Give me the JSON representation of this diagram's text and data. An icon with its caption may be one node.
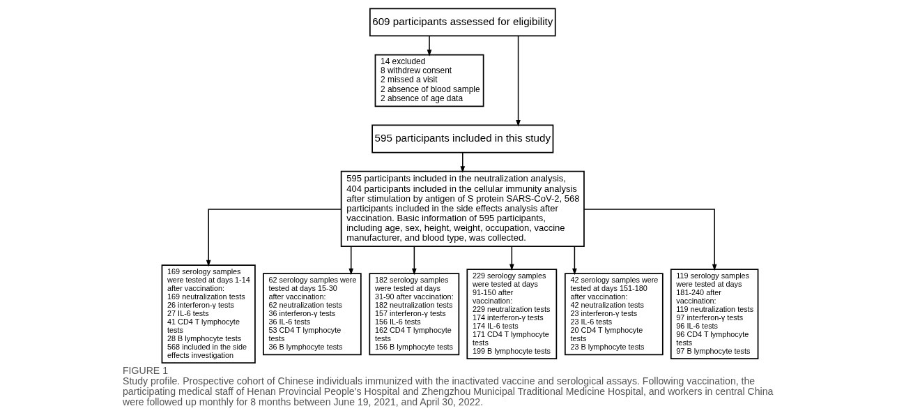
{
  "diagram": {
    "title": "FIGURE 1",
    "caption": "Study profile. Prospective cohort of Chinese individuals immunized with the inactivated vaccine and serological assays. Following vaccination, the participating medical staff of Henan Provincial People’s Hospital and Zhengzhou Municipal Traditional Medicine Hospital, and workers in central China were followed up monthly for 8 months between June 19, 2021, and April 30, 2022.",
    "nodes": [
      {
        "text": [
          "609 participants assessed for eligibility"
        ]
      },
      {
        "text": [
          "14 excluded",
          "8 withdrew consent",
          "2 missed a visit",
          "2 absence of blood sample",
          "2 absence of age data"
        ]
      },
      {
        "text": [
          "595 participants included in this study"
        ]
      },
      {
        "text": [
          "595 participants included in the neutralization analysis, 404 participants included in the cellular immunity analysis after stimulation by antigen of S protein SARS-CoV-2, 568 participants included in the side effects analysis after vaccination. Basic information of 595 participants, including age, sex, height, weight, occupation, vaccine manufacturer, and blood type, was collected."
        ]
      },
      {
        "text": [
          "169 serology samples were tested at days 1-14 after vaccination:",
          "169 neutralization tests",
          "26 interferon-γ tests",
          "27 IL-6 tests",
          "41 CD4 T lymphocyte tests",
          "28 B lymphocyte tests",
          "568 included in the side effects investigation"
        ]
      },
      {
        "text": [
          "62 serology samples were tested at days 15-30 after vaccination:",
          "62 neutralization tests",
          "36 interferon-γ tests",
          "36 IL-6 tests",
          "53 CD4 T lymphocyte tests",
          "36 B lymphocyte tests"
        ]
      },
      {
        "text": [
          "182 serology samples were tested at days 31-90 after vaccination:",
          "182 neutralization tests",
          "157 interferon-γ tests",
          "156 IL-6 tests",
          "162 CD4 T lymphocyte tests",
          "156 B lymphocyte tests"
        ]
      },
      {
        "text": [
          "229 serology samples were tested at days 91-150 after vaccination:",
          "229 neutralization tests",
          "174 interferon-γ tests",
          "174 IL-6 tests",
          "171 CD4 T lymphocyte tests",
          "199 B lymphocyte tests"
        ]
      },
      {
        "text": [
          "42 serology samples were tested at days 151-180 after vaccination:",
          "42 neutralization tests",
          "23 interferon-γ tests",
          "23 IL-6 tests",
          "20 CD4 T lymphocyte tests",
          "23 B lymphocyte tests"
        ]
      },
      {
        "text": [
          "119 serology samples were tested at days 181-240 after vaccination:",
          "119 neutralization tests",
          "97 interferon-γ tests",
          "96 IL-6 tests",
          "96 CD4 T lymphocyte tests",
          "97 B lymphocyte tests"
        ]
      }
    ],
    "edges": [
      {
        "from": 0,
        "to": 2,
        "arrow": "to"
      },
      {
        "from": 0,
        "to": 1,
        "arrow": "to"
      },
      {
        "from": 2,
        "to": 3,
        "arrow": "to"
      },
      {
        "from": 3,
        "to": 4,
        "arrow": "to"
      },
      {
        "from": 3,
        "to": 5,
        "arrow": "to"
      },
      {
        "from": 3,
        "to": 6,
        "arrow": "to"
      },
      {
        "from": 3,
        "to": 7,
        "arrow": "to"
      },
      {
        "from": 3,
        "to": 8,
        "arrow": "to"
      },
      {
        "from": 3,
        "to": 9,
        "arrow": "to"
      }
    ]
  }
}
